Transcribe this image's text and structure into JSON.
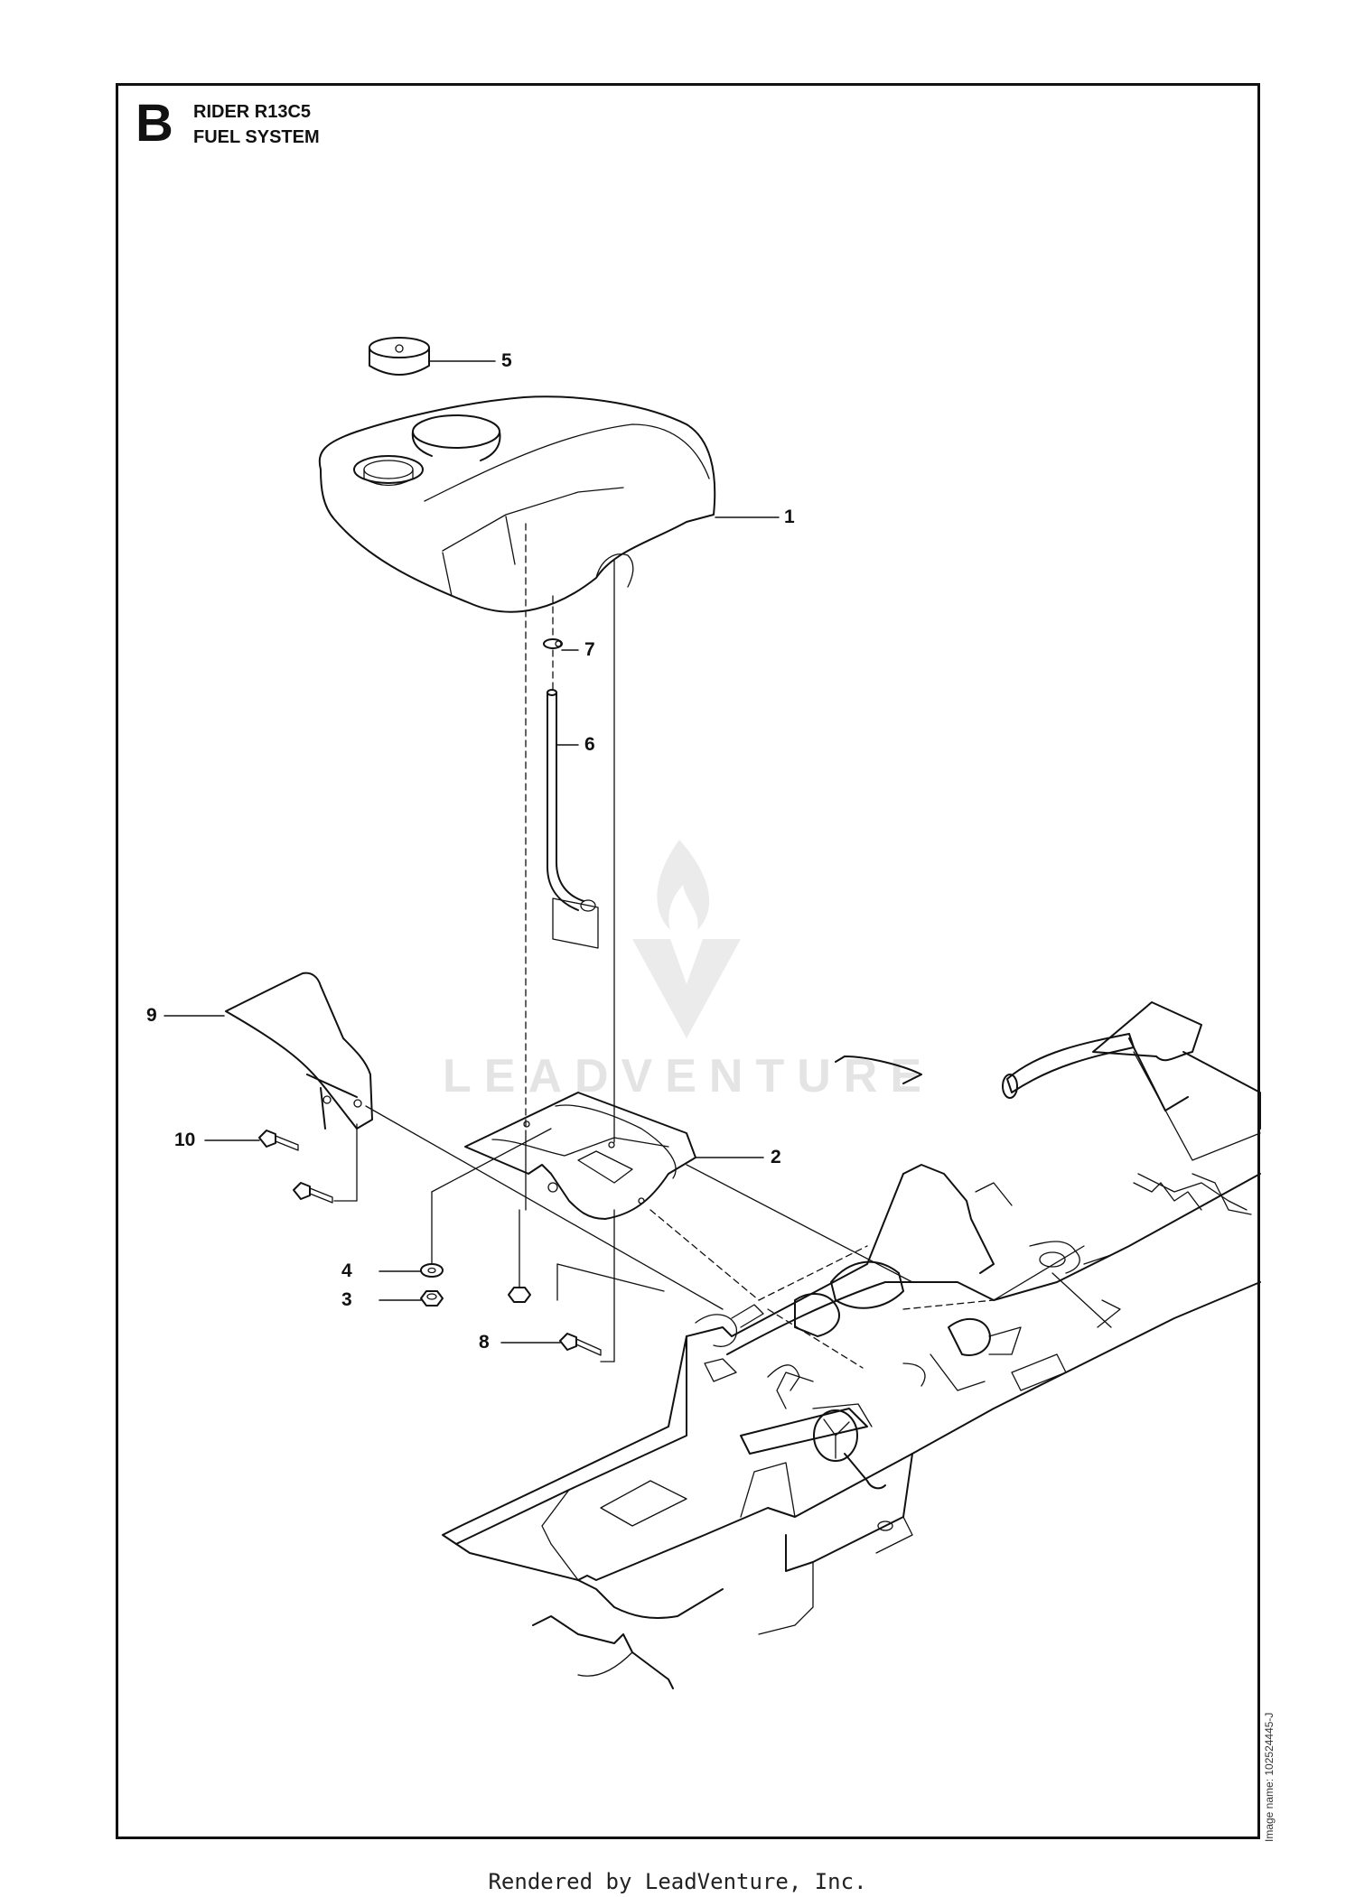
{
  "header": {
    "section_letter": "B",
    "model": "RIDER R13C5",
    "title": "FUEL SYSTEM"
  },
  "callouts": [
    "1",
    "2",
    "3",
    "4",
    "5",
    "6",
    "7",
    "8",
    "9",
    "10"
  ],
  "image_name": "Image name: 102524445-J",
  "watermark": "LEADVENTURE",
  "footer": "Rendered by LeadVenture, Inc.",
  "colors": {
    "line": "#111111",
    "watermark": "#e4e4e4"
  }
}
